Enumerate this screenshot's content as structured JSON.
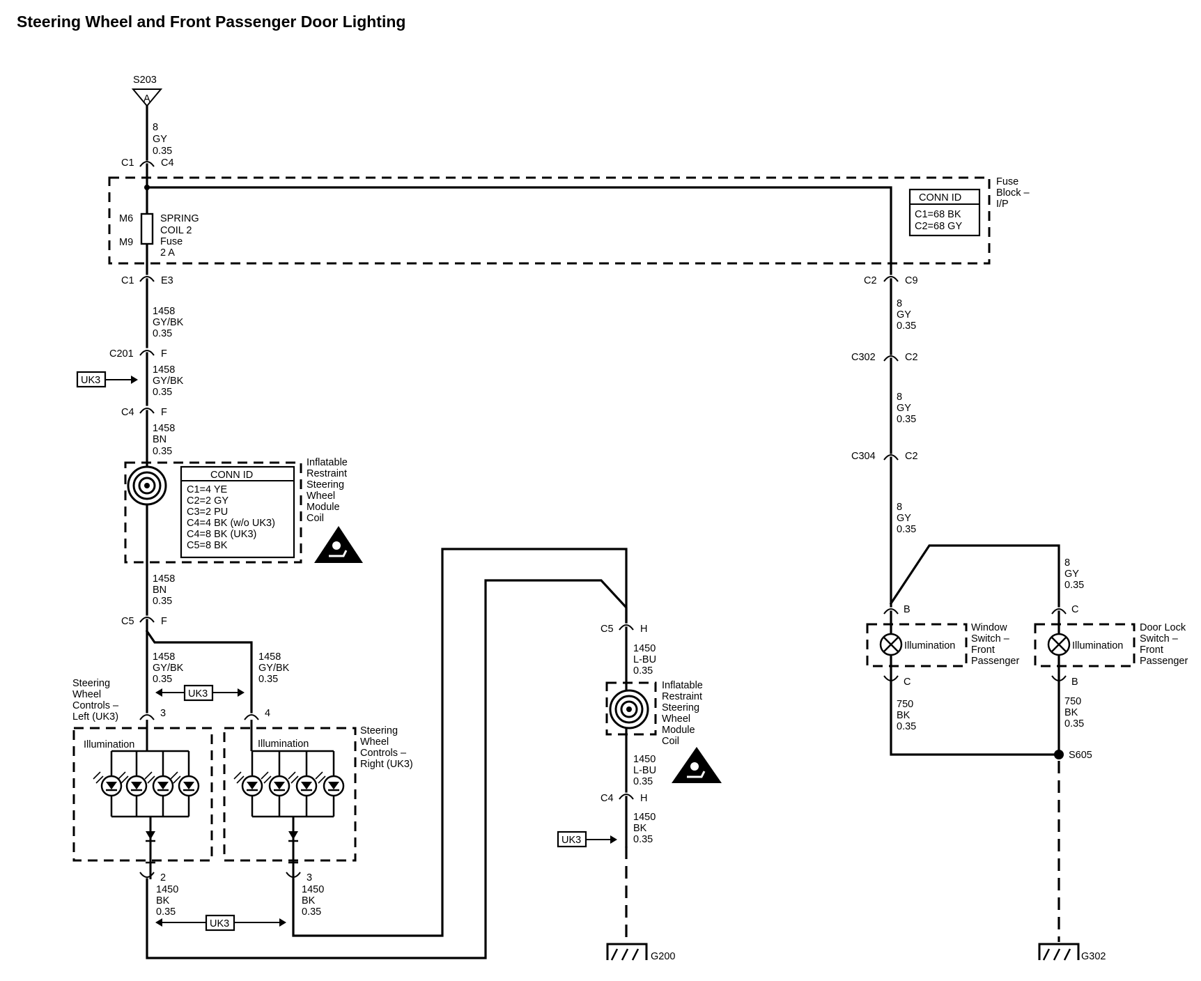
{
  "title": "Steering Wheel and Front Passenger Door Lighting",
  "splice_top": {
    "name": "S203",
    "pin": "A"
  },
  "wires": {
    "w1": [
      "8",
      "GY",
      "0.35"
    ],
    "w2": [
      "1458",
      "GY/BK",
      "0.35"
    ],
    "w3": [
      "1458",
      "GY/BK",
      "0.35"
    ],
    "w4": [
      "1458",
      "BN",
      "0.35"
    ],
    "w5": [
      "1458",
      "BN",
      "0.35"
    ],
    "w6": [
      "1458",
      "GY/BK",
      "0.35"
    ],
    "w7": [
      "1458",
      "GY/BK",
      "0.35"
    ],
    "w8": [
      "1450",
      "BK",
      "0.35"
    ],
    "w9": [
      "1450",
      "BK",
      "0.35"
    ],
    "w10": [
      "1450",
      "L-BU",
      "0.35"
    ],
    "w11": [
      "1450",
      "L-BU",
      "0.35"
    ],
    "w12": [
      "1450",
      "BK",
      "0.35"
    ],
    "w13": [
      "8",
      "GY",
      "0.35"
    ],
    "w14": [
      "8",
      "GY",
      "0.35"
    ],
    "w15": [
      "8",
      "GY",
      "0.35"
    ],
    "w16": [
      "8",
      "GY",
      "0.35"
    ],
    "w17": [
      "750",
      "BK",
      "0.35"
    ],
    "w18": [
      "750",
      "BK",
      "0.35"
    ]
  },
  "connectors": {
    "c1_top": {
      "left": "C1",
      "right": "C4"
    },
    "c1_bot": {
      "left": "C1",
      "right": "E3"
    },
    "c201": {
      "left": "C201",
      "right": "F"
    },
    "c4_f": {
      "left": "C4",
      "right": "F"
    },
    "c5_f": {
      "left": "C5",
      "right": "F"
    },
    "swc_left_pin": "3",
    "swc_right_pin": "4",
    "swc_left_bot": "2",
    "swc_right_bot": "3",
    "c5_h": {
      "left": "C5",
      "right": "H"
    },
    "c4_h": {
      "left": "C4",
      "right": "H"
    },
    "c2_c9": {
      "left": "C2",
      "right": "C9"
    },
    "c302": {
      "left": "C302",
      "right": "C2"
    },
    "c304": {
      "left": "C304",
      "right": "C2"
    },
    "win_b": "B",
    "win_c": "C",
    "door_c": "C",
    "door_b": "B"
  },
  "fuse_block": {
    "name": [
      "Fuse",
      "Block –",
      "I/P"
    ],
    "pin_top": "M6",
    "pin_bot": "M9",
    "fuse_label": [
      "SPRING",
      "COIL 2",
      "Fuse",
      "2 A"
    ],
    "conn_id_title": "CONN ID",
    "conn_id": [
      "C1=68 BK",
      "C2=68 GY"
    ]
  },
  "coil_module": {
    "name": [
      "Inflatable",
      "Restraint",
      "Steering",
      "Wheel",
      "Module",
      "Coil"
    ],
    "conn_id_title": "CONN ID",
    "conn_id": [
      "C1=4 YE",
      "C2=2 GY",
      "C3=2 PU",
      "C4=4 BK (w/o UK3)",
      "C4=8 BK (UK3)",
      "C5=8 BK"
    ]
  },
  "coil_module_2": {
    "name": [
      "Inflatable",
      "Restraint",
      "Steering",
      "Wheel",
      "Module",
      "Coil"
    ]
  },
  "swc_left": {
    "name": [
      "Steering",
      "Wheel",
      "Controls –",
      "Left (UK3)"
    ],
    "illum": "Illumination"
  },
  "swc_right": {
    "name": [
      "Steering",
      "Wheel",
      "Controls –",
      "Right (UK3)"
    ],
    "illum": "Illumination"
  },
  "window_switch": {
    "name": [
      "Window",
      "Switch –",
      "Front",
      "Passenger"
    ],
    "illum": "Illumination"
  },
  "door_lock_switch": {
    "name": [
      "Door Lock",
      "Switch –",
      "Front",
      "Passenger"
    ],
    "illum": "Illumination"
  },
  "option_tag": "UK3",
  "splice_s605": "S605",
  "ground_g200": "G200",
  "ground_g302": "G302"
}
